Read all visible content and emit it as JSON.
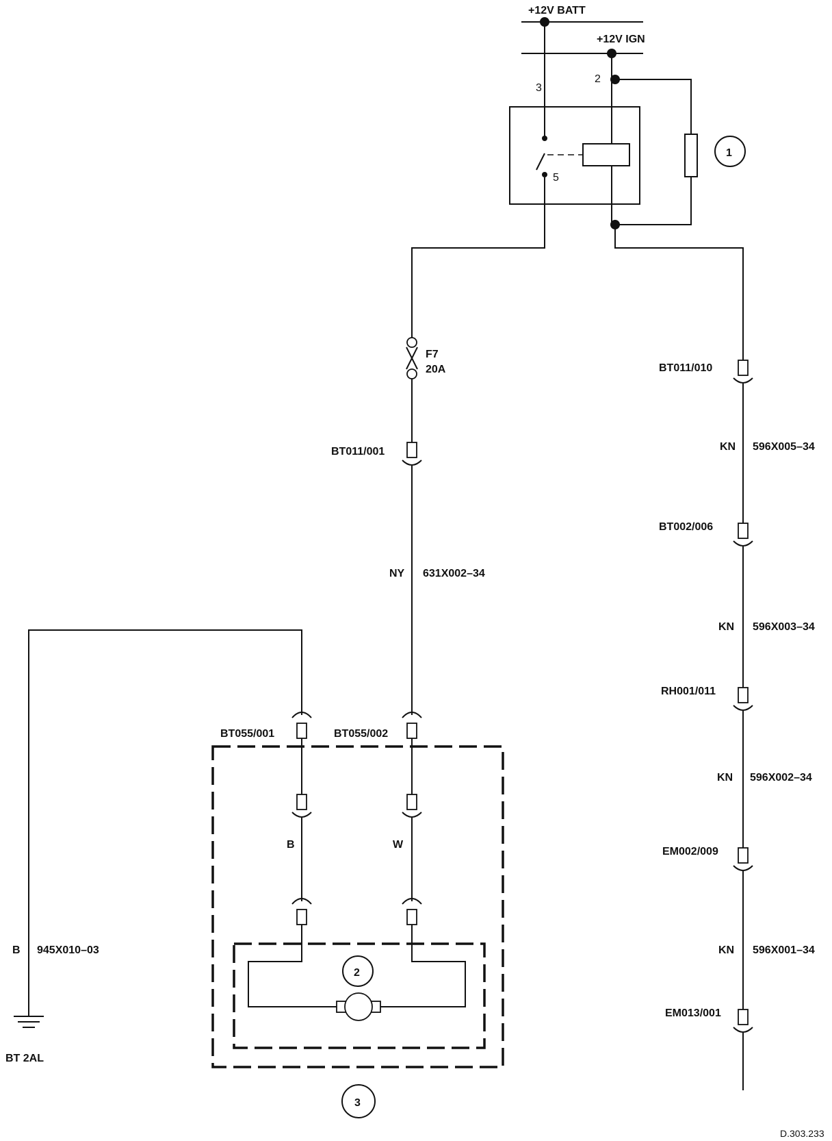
{
  "supply": {
    "batt": "+12V BATT",
    "ign": "+12V IGN"
  },
  "relay": {
    "pin3": "3",
    "pin2": "2",
    "pin5": "5"
  },
  "callouts": {
    "c1": "1",
    "c2": "2",
    "c3": "3"
  },
  "fuse": {
    "name": "F7",
    "rating": "20A"
  },
  "connectors": {
    "bt011_010": "BT011/010",
    "bt011_001": "BT011/001",
    "bt002_006": "BT002/006",
    "rh001_011": "RH001/011",
    "em002_009": "EM002/009",
    "em013_001": "EM013/001",
    "bt055_001": "BT055/001",
    "bt055_002": "BT055/002"
  },
  "wires": {
    "left_color": "NY",
    "left_code": "631X002–34",
    "right1_color": "KN",
    "right1_code": "596X005–34",
    "right2_color": "KN",
    "right2_code": "596X003–34",
    "right3_color": "KN",
    "right3_code": "596X002–34",
    "right4_color": "KN",
    "right4_code": "596X001–34",
    "ground_color": "B",
    "ground_code": "945X010–03",
    "motor_left_color": "B",
    "motor_right_color": "W"
  },
  "ground": {
    "label": "BT 2AL"
  },
  "footer": {
    "ref": "D.303.233"
  }
}
